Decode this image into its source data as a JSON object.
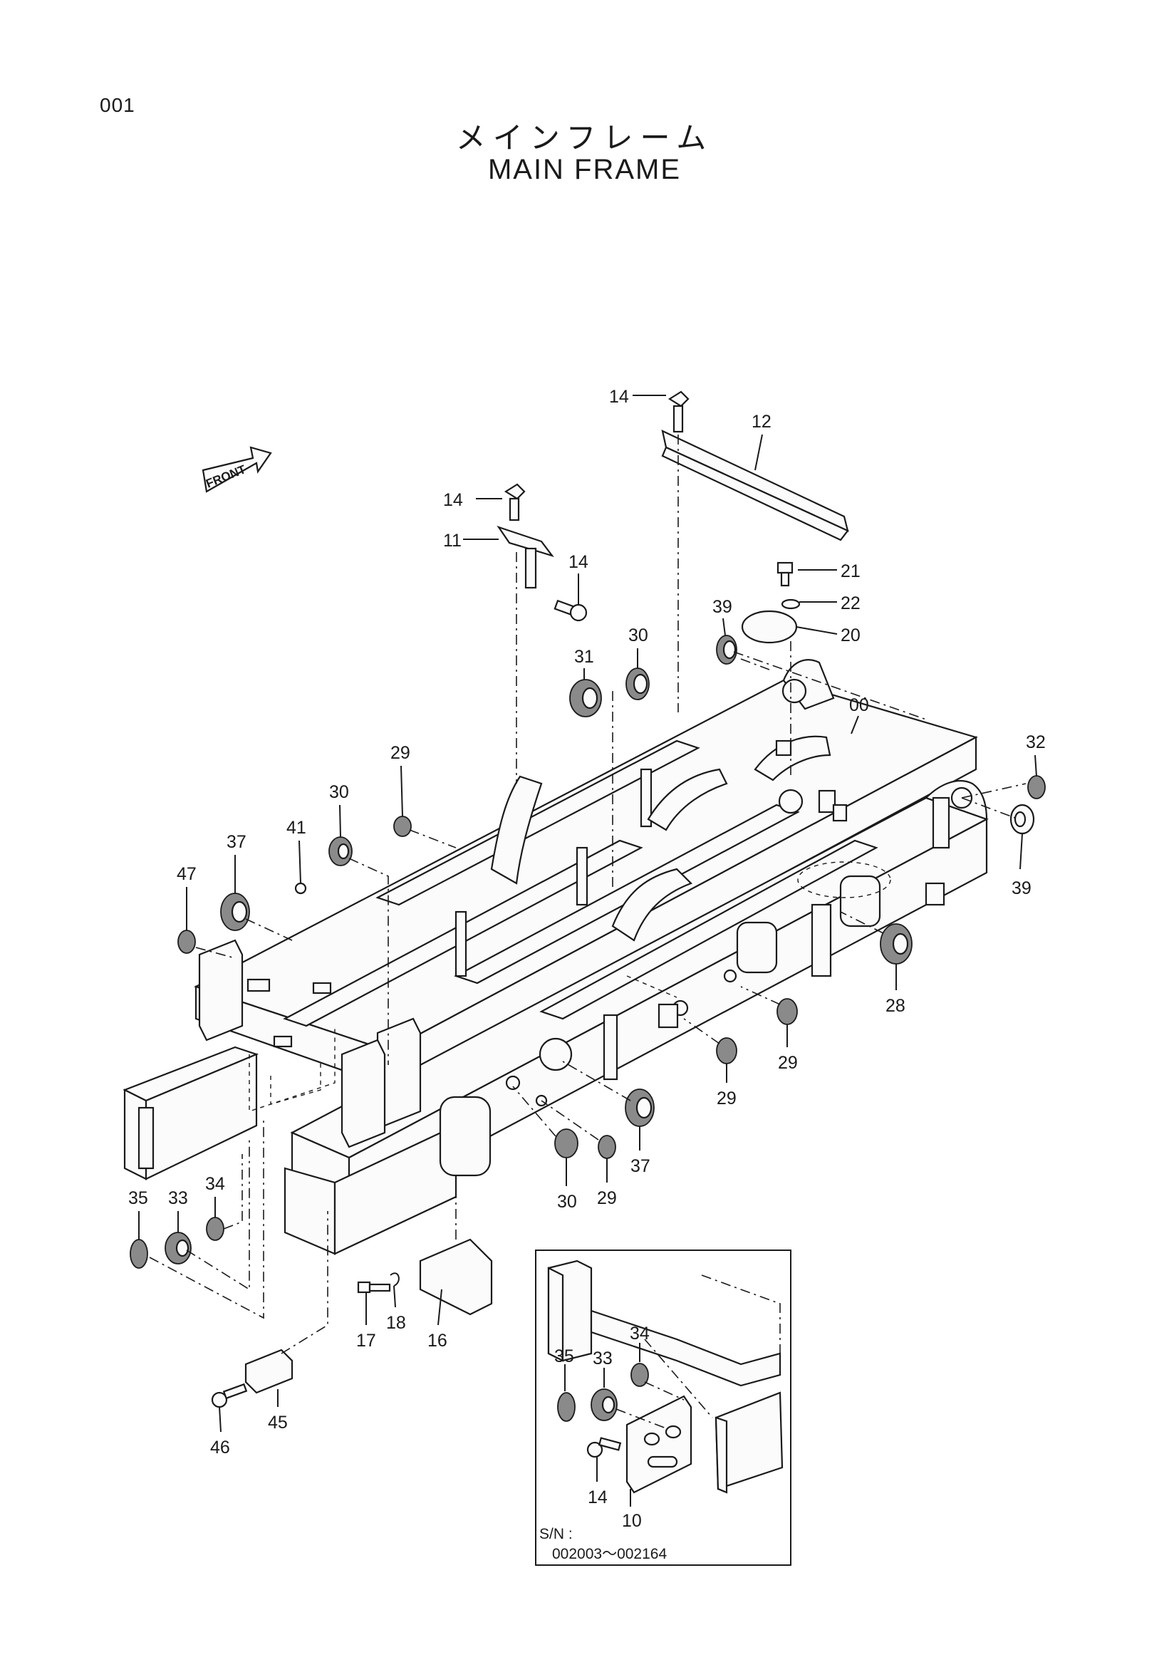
{
  "page_number": "001",
  "title_jp": "メインフレーム",
  "title_en": "MAIN FRAME",
  "front_label": "FRONT",
  "callouts": [
    {
      "id": "c14a",
      "text": "14"
    },
    {
      "id": "c12",
      "text": "12"
    },
    {
      "id": "c14b",
      "text": "14"
    },
    {
      "id": "c11",
      "text": "11"
    },
    {
      "id": "c14c",
      "text": "14"
    },
    {
      "id": "c21",
      "text": "21"
    },
    {
      "id": "c22",
      "text": "22"
    },
    {
      "id": "c20",
      "text": "20"
    },
    {
      "id": "c39a",
      "text": "39"
    },
    {
      "id": "c30a",
      "text": "30"
    },
    {
      "id": "c31",
      "text": "31"
    },
    {
      "id": "c00",
      "text": "00"
    },
    {
      "id": "c32",
      "text": "32"
    },
    {
      "id": "c39b",
      "text": "39"
    },
    {
      "id": "c29a",
      "text": "29"
    },
    {
      "id": "c30b",
      "text": "30"
    },
    {
      "id": "c41",
      "text": "41"
    },
    {
      "id": "c37a",
      "text": "37"
    },
    {
      "id": "c47",
      "text": "47"
    },
    {
      "id": "c28",
      "text": "28"
    },
    {
      "id": "c29b",
      "text": "29"
    },
    {
      "id": "c29c",
      "text": "29"
    },
    {
      "id": "c37b",
      "text": "37"
    },
    {
      "id": "c29d",
      "text": "29"
    },
    {
      "id": "c30c",
      "text": "30"
    },
    {
      "id": "c34",
      "text": "34"
    },
    {
      "id": "c35",
      "text": "35"
    },
    {
      "id": "c33",
      "text": "33"
    },
    {
      "id": "c17",
      "text": "17"
    },
    {
      "id": "c18",
      "text": "18"
    },
    {
      "id": "c16",
      "text": "16"
    },
    {
      "id": "c45",
      "text": "45"
    },
    {
      "id": "c46",
      "text": "46"
    }
  ],
  "inset": {
    "callouts": [
      {
        "id": "i34",
        "text": "34"
      },
      {
        "id": "i35",
        "text": "35"
      },
      {
        "id": "i33",
        "text": "33"
      },
      {
        "id": "i14",
        "text": "14"
      },
      {
        "id": "i10",
        "text": "10"
      }
    ],
    "sn_label": "S/N :",
    "sn_range": "002003～002164"
  }
}
